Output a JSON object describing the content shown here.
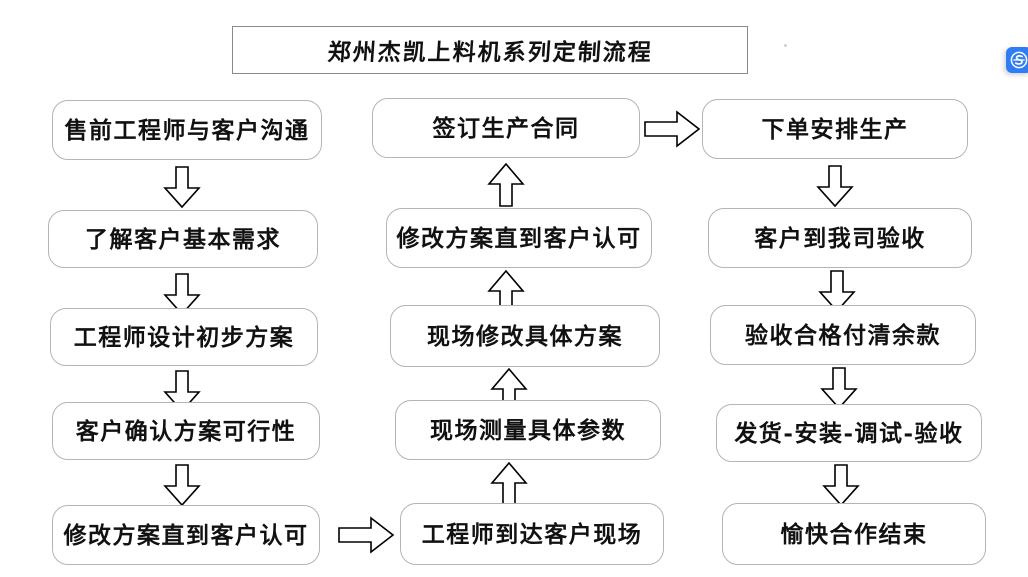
{
  "title": {
    "text": "郑州杰凯上料机系列定制流程"
  },
  "colors": {
    "box_border": "#b4b4b4",
    "title_border": "#8a8a8a",
    "text": "#111111",
    "arrow_stroke": "#000000",
    "arrow_fill": "#ffffff",
    "watermark_badge": "#2f7df6",
    "background": "#ffffff"
  },
  "columns": [
    {
      "name": "column-1",
      "direction": "down",
      "nodes": [
        {
          "label": "售前工程师与客户沟通"
        },
        {
          "label": "了解客户基本需求"
        },
        {
          "label": "工程师设计初步方案"
        },
        {
          "label": "客户确认方案可行性"
        },
        {
          "label": "修改方案直到客户认可"
        }
      ]
    },
    {
      "name": "column-2",
      "direction": "up",
      "nodes": [
        {
          "label": "签订生产合同"
        },
        {
          "label": "修改方案直到客户认可"
        },
        {
          "label": "现场修改具体方案"
        },
        {
          "label": "现场测量具体参数"
        },
        {
          "label": "工程师到达客户现场"
        }
      ]
    },
    {
      "name": "column-3",
      "direction": "down",
      "nodes": [
        {
          "label": "下单安排生产"
        },
        {
          "label": "客户到我司验收"
        },
        {
          "label": "验收合格付清余款"
        },
        {
          "label": "发货-安装-调试-验收"
        },
        {
          "label": "愉快合作结束"
        }
      ]
    }
  ],
  "connectors": {
    "column1_to_column2": "arrow-right",
    "column2_to_column3": "arrow-right",
    "column1_internal": "arrow-down",
    "column2_internal": "arrow-up",
    "column3_internal": "arrow-down"
  },
  "watermark": {
    "icon": "s-monogram-logo"
  }
}
